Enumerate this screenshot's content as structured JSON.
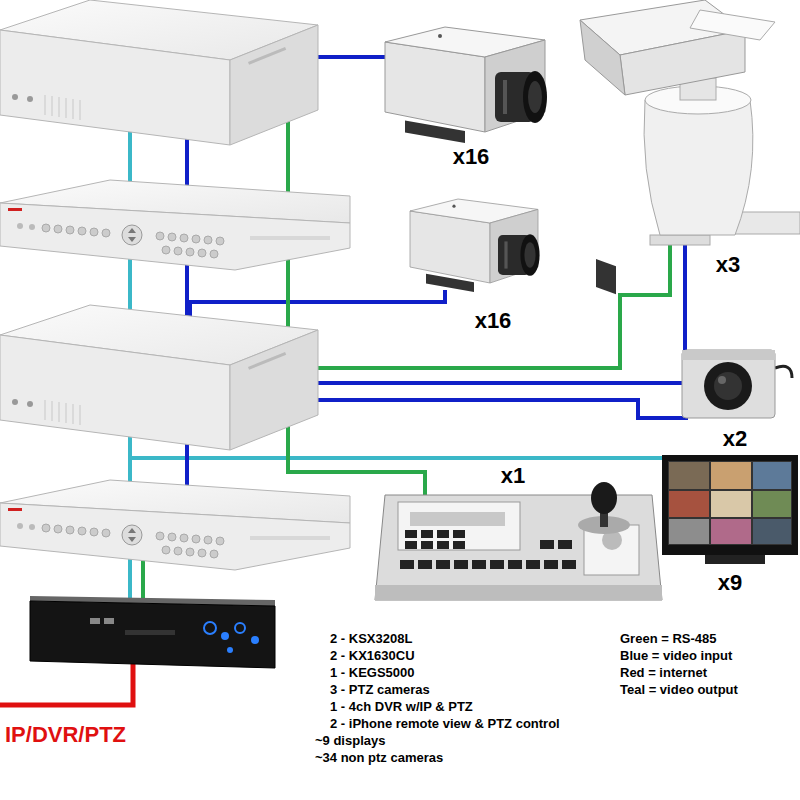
{
  "diagram": {
    "labels": [
      "x16",
      "x16",
      "x3",
      "x2",
      "x1",
      "x9",
      "IP/DVR/PTZ",
      "2 - KSX3208L",
      "2 - KX1630CU",
      "1 - KEGS5000",
      "3 - PTZ cameras",
      "1 - 4ch DVR w/IP & PTZ",
      "2 - iPhone remote view & PTZ control",
      "~9 displays",
      "~34 non ptz cameras"
    ],
    "legend": [
      {
        "text": "Green = RS-485"
      },
      {
        "text": "Blue = video input"
      },
      {
        "text": "Red = internet"
      },
      {
        "text": "Teal = video output"
      }
    ]
  }
}
